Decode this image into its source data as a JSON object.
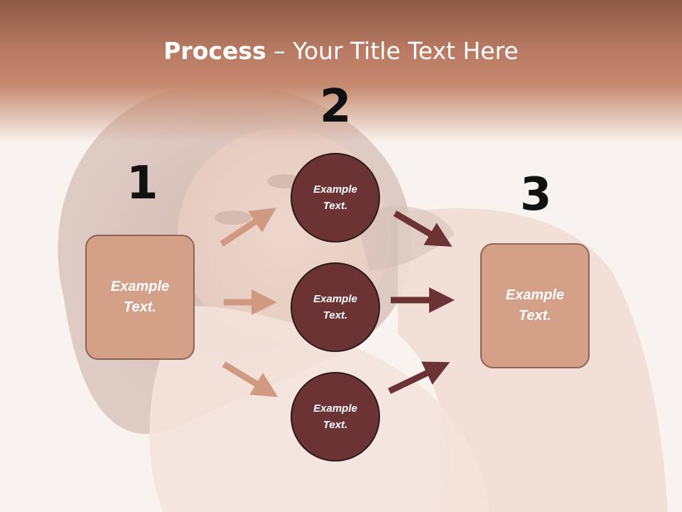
{
  "title": {
    "bold": "Process",
    "rest": " – Your Title Text Here"
  },
  "steps": [
    {
      "number": "1",
      "label": "Example\nText."
    },
    {
      "number": "2",
      "label": "Example\nText."
    },
    {
      "number": "3",
      "label": "Example\nText."
    }
  ],
  "circles": [
    {
      "label": "Example\nText."
    },
    {
      "label": "Example\nText."
    },
    {
      "label": "Example\nText."
    }
  ],
  "colors": {
    "header": "#b87a62",
    "box_fill": "#d5a088",
    "circle_fill": "#6b3333",
    "arrow_light": "#d09a80",
    "arrow_dark": "#6b3333"
  }
}
